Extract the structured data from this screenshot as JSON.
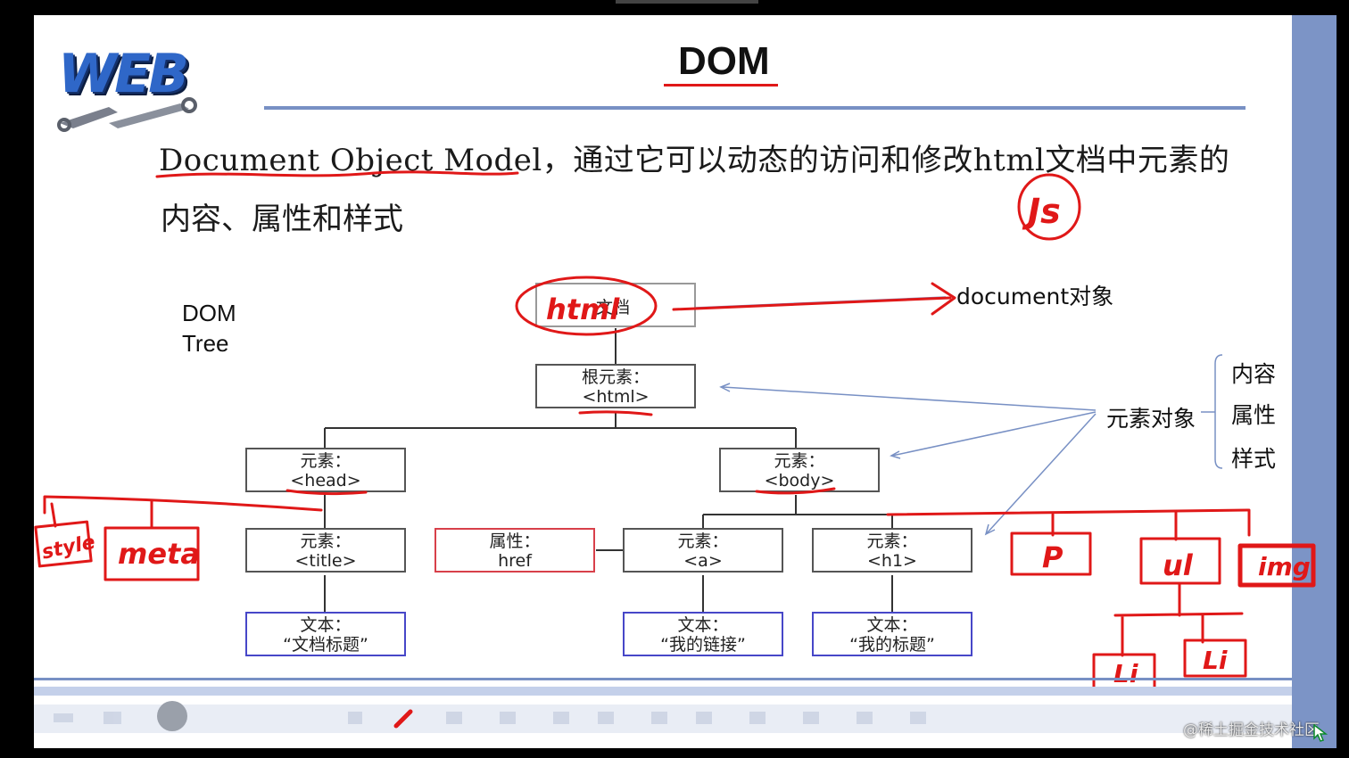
{
  "slide": {
    "logo": "WEB",
    "title": "DOM",
    "para_line1": "Document Object Model，通过它可以动态的访问和修改html文档中元素的",
    "para_line2": "内容、属性和样式",
    "side_label_1": "DOM",
    "side_label_2": "Tree"
  },
  "tree": {
    "document_node": "文档",
    "root": {
      "line1": "根元素：",
      "line2": "<html>"
    },
    "head": {
      "line1": "元素：",
      "line2": "<head>"
    },
    "body": {
      "line1": "元素：",
      "line2": "<body>"
    },
    "title": {
      "line1": "元素：",
      "line2": "<title>"
    },
    "href": {
      "line1": "属性：",
      "line2": "href"
    },
    "a": {
      "line1": "元素：",
      "line2": "<a>"
    },
    "h1": {
      "line1": "元素：",
      "line2": "<h1>"
    },
    "text_title": {
      "line1": "文本：",
      "line2": "“文档标题”"
    },
    "text_link": {
      "line1": "文本：",
      "line2": "“我的链接”"
    },
    "text_heading": {
      "line1": "文本：",
      "line2": "“我的标题”"
    }
  },
  "labels": {
    "document_object": "document对象",
    "element_object": "元素对象",
    "props": [
      "内容",
      "属性",
      "样式"
    ]
  },
  "annotations": {
    "html": "html",
    "js": "Js",
    "style": "style",
    "meta": "meta",
    "p": "P",
    "ul": "ul",
    "img": "img",
    "li1": "Li",
    "li2": "Li"
  },
  "watermark": "@稀土掘金技术社区",
  "colors": {
    "ink_red": "#e01818",
    "accent_blue": "#5b7bc0",
    "logo_blue": "#2f67c8"
  }
}
